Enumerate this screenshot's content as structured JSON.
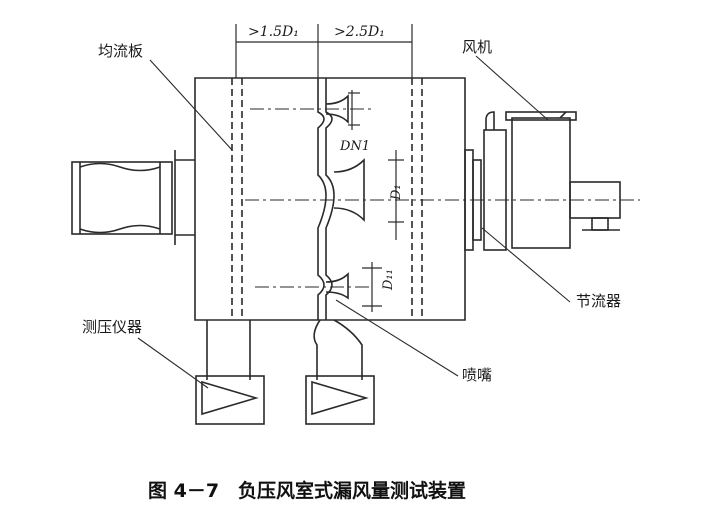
{
  "labels": {
    "uniform_plate": "均流板",
    "fan": "风机",
    "pressure_gauge": "测压仪器",
    "throttle": "节流器",
    "nozzle": "喷嘴"
  },
  "dimensions": {
    "dim_left": ">1.5D₁",
    "dim_right": ">2.5D₁",
    "nozzle_upper": "DN1",
    "nozzle_middle": "D₁",
    "nozzle_lower": "D₁₁"
  },
  "caption": "图 4－7　负压风室式漏风量测试装置"
}
